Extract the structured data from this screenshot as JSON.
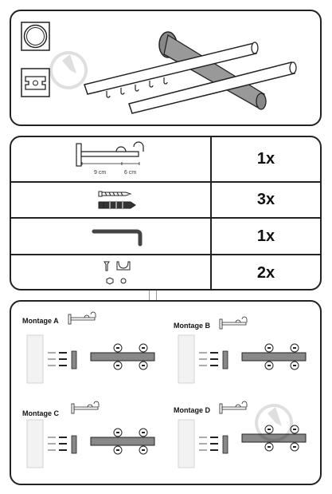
{
  "parts": [
    {
      "icon": "bracket-icon",
      "quantity": "1x",
      "dims": [
        "9 cm",
        "6 cm"
      ]
    },
    {
      "icon": "screw-and-plug-icon",
      "quantity": "3x"
    },
    {
      "icon": "allen-key-icon",
      "quantity": "1x"
    },
    {
      "icon": "finial-clip-icon",
      "quantity": "2x"
    }
  ],
  "montage": {
    "a": "Montage A",
    "b": "Montage B",
    "c": "Montage C",
    "d": "Montage D"
  }
}
